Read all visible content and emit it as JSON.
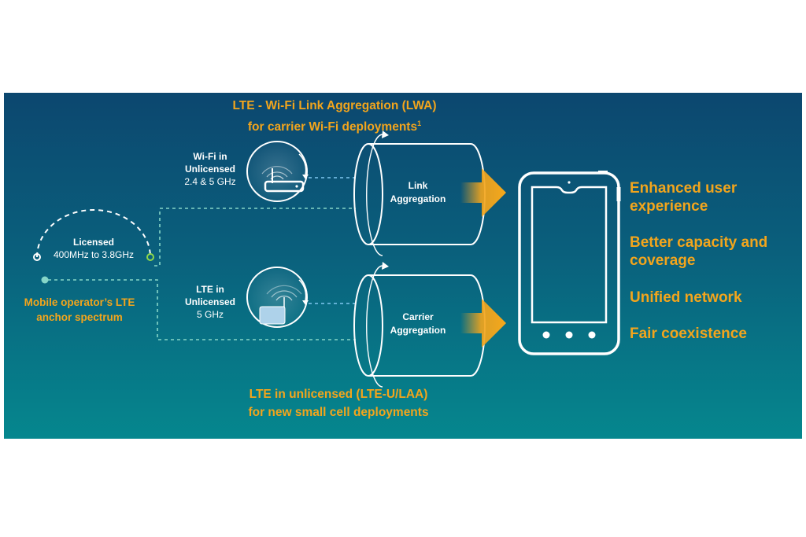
{
  "lwa": {
    "title_line1": "LTE - Wi-Fi Link Aggregation (LWA)",
    "title_line2": "for carrier Wi-Fi deployments",
    "footnote": "1"
  },
  "laa": {
    "title_line1": "LTE  in unlicensed (LTE-U/LAA)",
    "title_line2": "for new small cell deployments"
  },
  "wifi_band": {
    "line1": "Wi-Fi in",
    "line2": "Unlicensed",
    "line3": "2.4 & 5 GHz"
  },
  "lte_band": {
    "line1": "LTE in",
    "line2": "Unlicensed",
    "line3": "5 GHz"
  },
  "licensed": {
    "line1": "Licensed",
    "line2": "400MHz to 3.8GHz"
  },
  "anchor": {
    "line1": "Mobile operator’s LTE",
    "line2": "anchor spectrum"
  },
  "link_aggregation": {
    "line1": "Link",
    "line2": "Aggregation"
  },
  "carrier_aggregation": {
    "line1": "Carrier",
    "line2": "Aggregation"
  },
  "benefits": {
    "b1_line1": "Enhanced user",
    "b1_line2": "experience",
    "b2_line1": "Better capacity and",
    "b2_line2": "coverage",
    "b3": "Unified network",
    "b4": "Fair coexistence"
  },
  "colors": {
    "accent_orange": "#f3a51c",
    "panel_top": "#0c476f",
    "panel_bottom": "#05878e",
    "dashed_teal": "#86d6c8",
    "dashed_blue": "#7fc8f0"
  },
  "icons": [
    "wifi-router-icon",
    "lte-small-cell-icon",
    "smartphone-icon",
    "arrow-right-icon"
  ]
}
